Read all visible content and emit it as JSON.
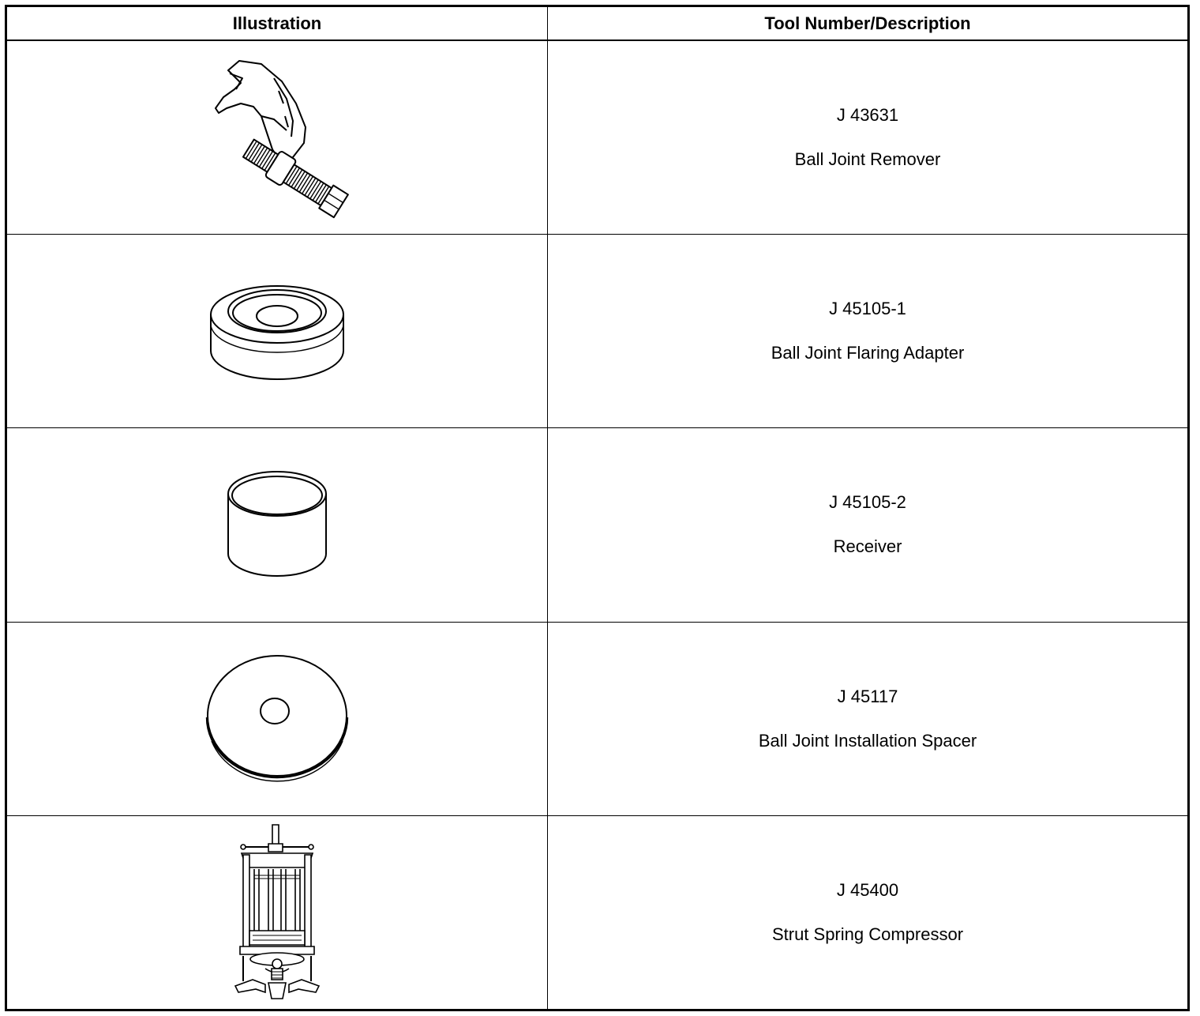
{
  "table": {
    "headers": [
      "Illustration",
      "Tool Number/Description"
    ],
    "rows": [
      {
        "number": "J 43631",
        "description": "Ball Joint Remover",
        "icon": "ball-joint-remover-icon"
      },
      {
        "number": "J 45105-1",
        "description": "Ball Joint Flaring Adapter",
        "icon": "flaring-adapter-icon"
      },
      {
        "number": "J 45105-2",
        "description": "Receiver",
        "icon": "receiver-icon"
      },
      {
        "number": "J 45117",
        "description": "Ball Joint Installation Spacer",
        "icon": "installation-spacer-icon"
      },
      {
        "number": "J 45400",
        "description": "Strut Spring Compressor",
        "icon": "strut-spring-compressor-icon"
      }
    ]
  }
}
